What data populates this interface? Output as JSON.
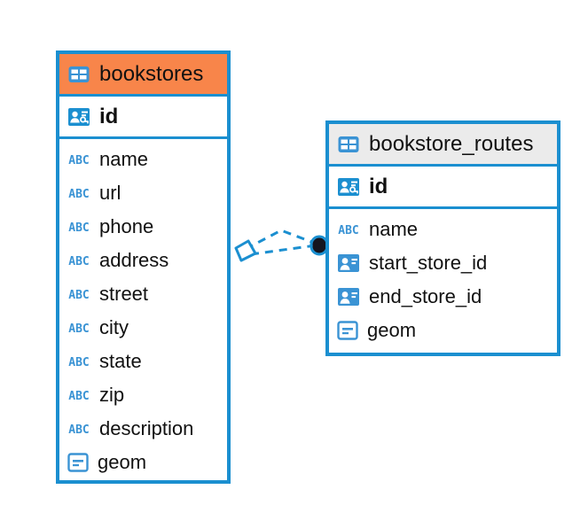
{
  "diagram": {
    "type": "entity-relationship-diagram",
    "background_color": "#ffffff",
    "accent_color": "#1b8fd0",
    "highlight_color": "#f8854a",
    "header_gray": "#ebebeb"
  },
  "entities": [
    {
      "name": "bookstores",
      "title": "bookstores",
      "header_style": "accent-orange",
      "icon": "table-icon",
      "primary_key": {
        "label": "id",
        "icon": "primary-key-icon"
      },
      "fields": [
        {
          "label": "name",
          "icon": "abc-icon"
        },
        {
          "label": "url",
          "icon": "abc-icon"
        },
        {
          "label": "phone",
          "icon": "abc-icon"
        },
        {
          "label": "address",
          "icon": "abc-icon"
        },
        {
          "label": "street",
          "icon": "abc-icon"
        },
        {
          "label": "city",
          "icon": "abc-icon"
        },
        {
          "label": "state",
          "icon": "abc-icon"
        },
        {
          "label": "zip",
          "icon": "abc-icon"
        },
        {
          "label": "description",
          "icon": "abc-icon"
        },
        {
          "label": "geom",
          "icon": "geometry-icon"
        }
      ]
    },
    {
      "name": "bookstore_routes",
      "title": "bookstore_routes",
      "header_style": "accent-gray",
      "icon": "table-icon",
      "primary_key": {
        "label": "id",
        "icon": "primary-key-icon"
      },
      "fields": [
        {
          "label": "name",
          "icon": "abc-icon"
        },
        {
          "label": "start_store_id",
          "icon": "foreign-key-icon"
        },
        {
          "label": "end_store_id",
          "icon": "foreign-key-icon"
        },
        {
          "label": "geom",
          "icon": "geometry-icon"
        }
      ]
    }
  ],
  "relationship": {
    "from_entity": "bookstores",
    "to_entity": "bookstore_routes",
    "from_marker": "diamond-marker",
    "to_marker": "filled-circle-marker",
    "line_style": "dashed",
    "line_color": "#1b8fd0",
    "marker_fill": "#ffffff",
    "circle_fill": "#111122"
  }
}
